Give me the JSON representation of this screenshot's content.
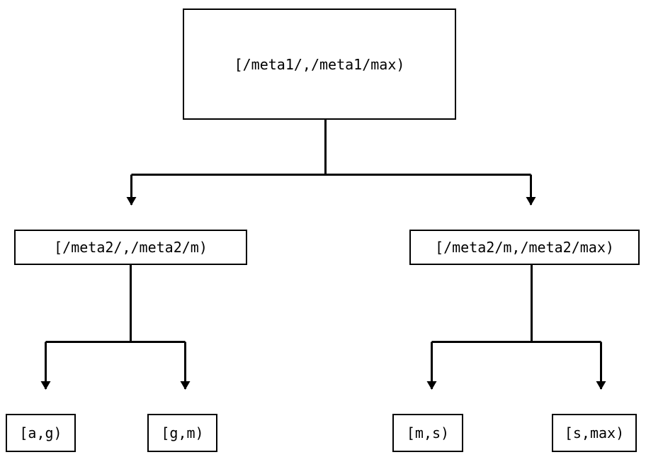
{
  "diagram": {
    "type": "tree",
    "title": "",
    "orientation": "top-down",
    "style": {
      "background_color": "#ffffff",
      "node_border_color": "#000000",
      "node_fill_color": "#ffffff",
      "text_color": "#000000",
      "edge_color": "#000000",
      "arrowhead": "filled-triangle-down"
    },
    "nodes": {
      "root": {
        "label": "[/meta1/,/meta1/max)",
        "level": 0
      },
      "mid_left": {
        "label": "[/meta2/,/meta2/m)",
        "level": 1
      },
      "mid_right": {
        "label": "[/meta2/m,/meta2/max)",
        "level": 1
      },
      "leaf_ag": {
        "label": "[a,g)",
        "level": 2
      },
      "leaf_gm": {
        "label": "[g,m)",
        "level": 2
      },
      "leaf_ms": {
        "label": "[m,s)",
        "level": 2
      },
      "leaf_smax": {
        "label": "[s,max)",
        "level": 2
      }
    },
    "edges": [
      {
        "from": "root",
        "to": "mid_left"
      },
      {
        "from": "root",
        "to": "mid_right"
      },
      {
        "from": "mid_left",
        "to": "leaf_ag"
      },
      {
        "from": "mid_left",
        "to": "leaf_gm"
      },
      {
        "from": "mid_right",
        "to": "leaf_ms"
      },
      {
        "from": "mid_right",
        "to": "leaf_smax"
      }
    ]
  }
}
